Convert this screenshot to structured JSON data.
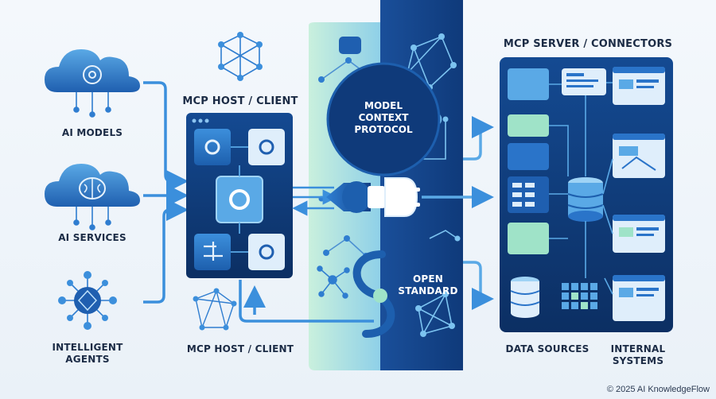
{
  "left_column": {
    "ai_models": "AI MODELS",
    "ai_services": "AI SERVICES",
    "intelligent_agents_line1": "INTELLIGENT",
    "intelligent_agents_line2": "AGENTS"
  },
  "host": {
    "top_label": "MCP HOST / CLIENT",
    "bottom_label": "MCP HOST / CLIENT"
  },
  "center": {
    "protocol_line1": "MODEL",
    "protocol_line2": "CONTEXT",
    "protocol_line3": "PROTOCOL",
    "open_line1": "OPEN",
    "open_line2": "STANDARD"
  },
  "server": {
    "title": "MCP SERVER / CONNECTORS",
    "data_sources": "DATA SOURCES",
    "internal_line1": "INTERNAL",
    "internal_line2": "SYSTEMS"
  },
  "footer": {
    "copyright": "© 2025 AI KnowledgeFlow"
  },
  "colors": {
    "navy": "#0d2f66",
    "deep_blue": "#123f86",
    "mid_blue": "#2a74c9",
    "light_blue": "#5aa9e6",
    "mint": "#9fe3c8",
    "icon_bg": "#dfeefb"
  }
}
